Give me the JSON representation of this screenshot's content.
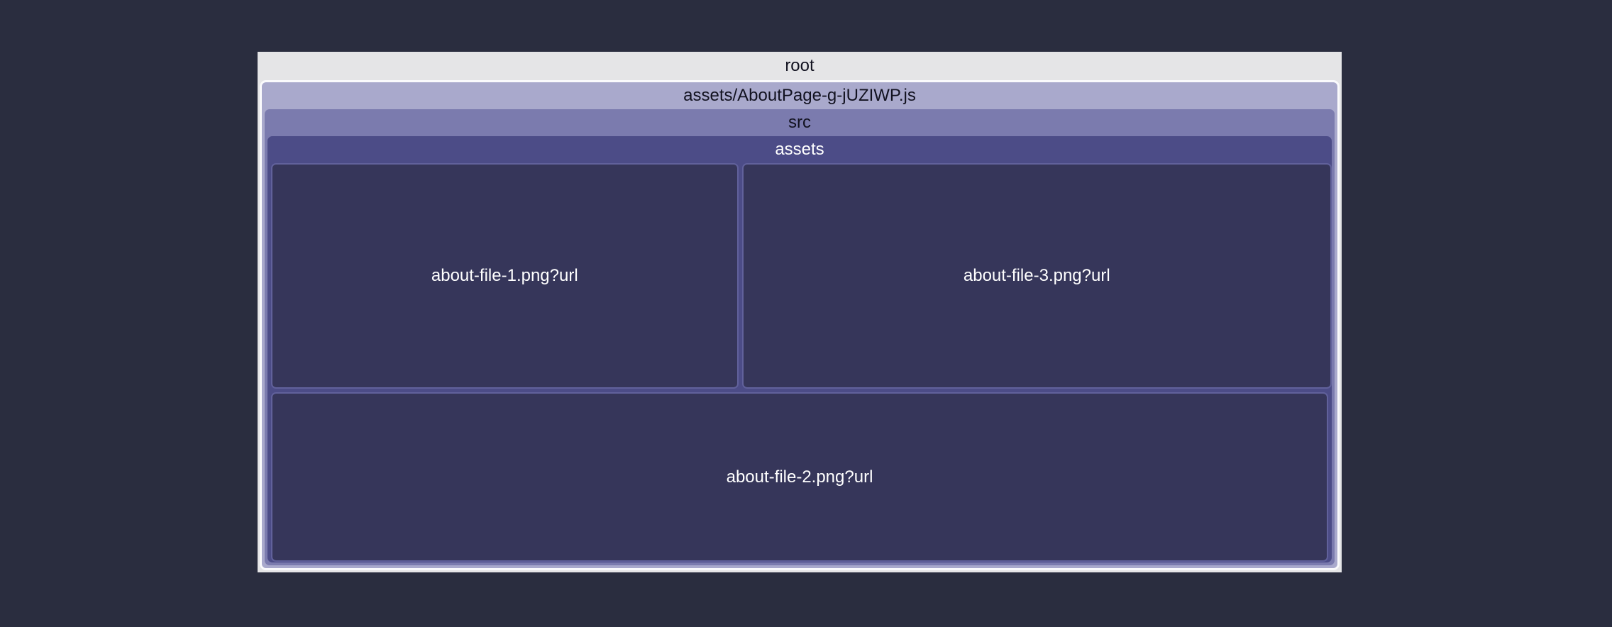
{
  "page": {
    "background_color": "#2a2d3f"
  },
  "treemap": {
    "nodes": {
      "root": {
        "label": "root",
        "fill": "#e5e5e7",
        "text_color": "#121220"
      },
      "chunk": {
        "label": "assets/AboutPage-g-jUZIWP.js",
        "fill": "#a9a9cc",
        "stroke": "#fafafc",
        "text_color": "#121220"
      },
      "src": {
        "label": "src",
        "fill": "#7b7bae",
        "text_color": "#121220"
      },
      "assets": {
        "label": "assets",
        "fill": "#4c4c87",
        "text_color": "#ffffff"
      },
      "leaf1": {
        "label": "about-file-1.png?url",
        "fill": "#36365a",
        "stroke": "#61619b",
        "text_color": "#ffffff"
      },
      "leaf3": {
        "label": "about-file-3.png?url",
        "fill": "#36365a",
        "stroke": "#61619b",
        "text_color": "#ffffff"
      },
      "leaf2": {
        "label": "about-file-2.png?url",
        "fill": "#36365a",
        "stroke": "#61619b",
        "text_color": "#ffffff"
      }
    }
  },
  "chart_data": {
    "type": "treemap",
    "title": "root",
    "legend": "none",
    "hierarchy": {
      "name": "root",
      "children": [
        {
          "name": "assets/AboutPage-g-jUZIWP.js",
          "children": [
            {
              "name": "src",
              "children": [
                {
                  "name": "assets",
                  "children": [
                    {
                      "name": "about-file-1.png?url",
                      "relative_area_pct": 25.3
                    },
                    {
                      "name": "about-file-3.png?url",
                      "relative_area_pct": 31.7
                    },
                    {
                      "name": "about-file-2.png?url",
                      "relative_area_pct": 43.0
                    }
                  ]
                }
              ]
            }
          ]
        }
      ]
    },
    "palette_by_depth": [
      "#e5e5e7",
      "#a9a9cc",
      "#7b7bae",
      "#4c4c87",
      "#36365a"
    ],
    "layout": {
      "top_row_height_pct": 57.1,
      "bottom_row_height_pct": 42.9,
      "leaf1_width_pct": 44.2,
      "leaf3_width_pct": 55.8,
      "bottom_leaf_width_pct": 100
    }
  }
}
